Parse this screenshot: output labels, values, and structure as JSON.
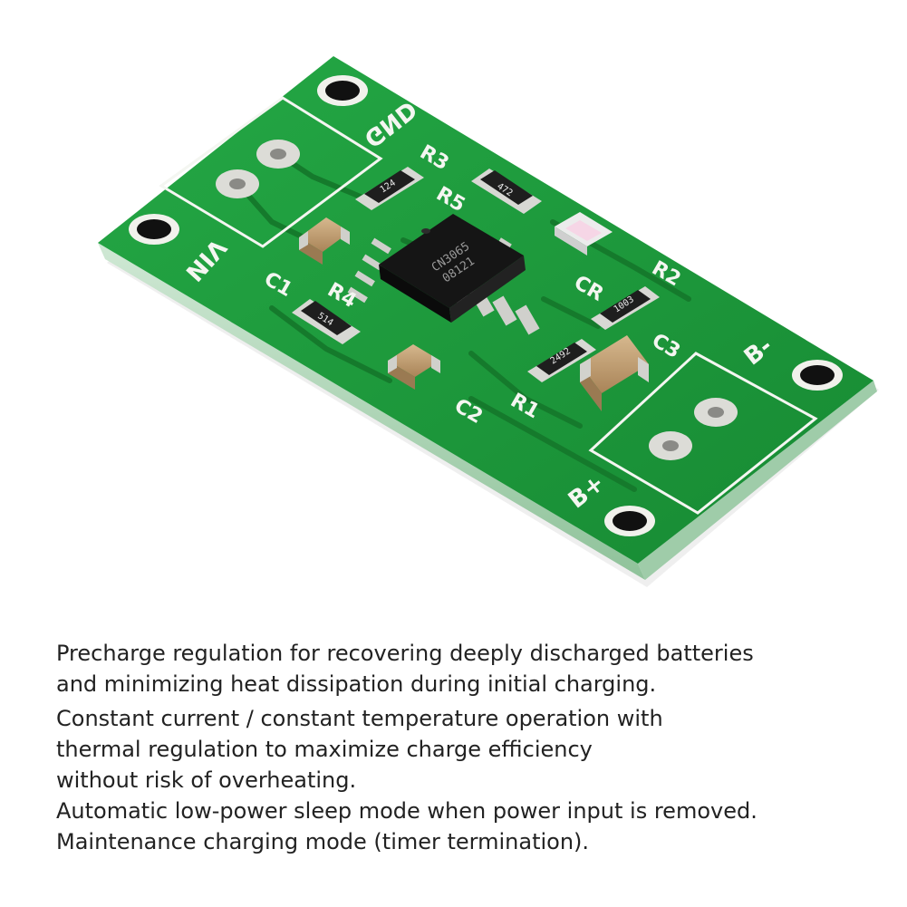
{
  "colors": {
    "pcb_green": "#1f9e3d",
    "pcb_edge": "#a9d6b2",
    "silkscreen": "#f4f6f1",
    "chip": "#1b1b1b",
    "pad_tin": "#c9c9c4",
    "capacitor": "#c3a178",
    "led": "#e9e6e9"
  },
  "board": {
    "silkscreen_labels": {
      "gnd": "GND",
      "vin": "VIN",
      "b_minus": "B-",
      "b_plus": "B+",
      "r1": "R1",
      "r2": "R2",
      "r3": "R3",
      "r4": "R4",
      "r5": "R5",
      "c1": "C1",
      "c2": "C2",
      "c3": "C3",
      "cr": "CR"
    },
    "component_markings": {
      "r1": "2492",
      "r2": "1003",
      "r3": "124",
      "r4": "514",
      "r5": "472"
    },
    "chip": {
      "line1": "CN3065",
      "line2": "08121"
    }
  },
  "description": {
    "lines": [
      "Precharge regulation for recovering deeply discharged batteries",
      "and minimizing heat dissipation during initial charging.",
      "Constant current / constant temperature operation with",
      "thermal regulation to maximize charge efficiency",
      "without risk of overheating.",
      "Automatic low-power sleep mode when power input is removed.",
      "Maintenance charging mode (timer termination)."
    ]
  }
}
